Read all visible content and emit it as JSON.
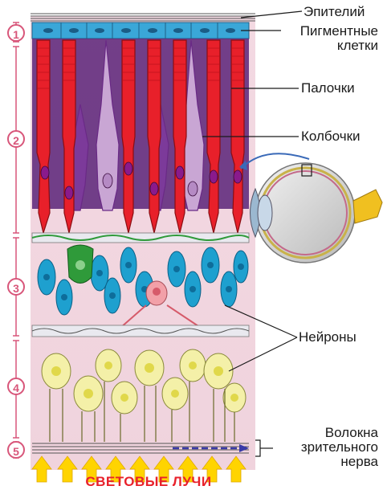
{
  "labels": {
    "epithelium": "Эпителий",
    "pigment_line1": "Пигментные",
    "pigment_line2": "клетки",
    "rods": "Палочки",
    "cones": "Колбочки",
    "neurons": "Нейроны",
    "fibers_line1": "Волокна",
    "fibers_line2": "зрительного",
    "fibers_line3": "нерва",
    "light_rays": "СВЕТОВЫЕ ЛУЧИ"
  },
  "layers": [
    "1",
    "2",
    "3",
    "4",
    "5"
  ],
  "colors": {
    "rod": "#e8202a",
    "cone_dark": "#6a2a86",
    "cone_light": "#c9a6d4",
    "pigment": "#3aa7d8",
    "neuron_blue": "#1ea0cf",
    "neuron_yellow": "#f4f0a8",
    "ganglion_green": "#2f9a3a",
    "accent_pink": "#d8567a",
    "arrow_yellow": "#ffd400"
  }
}
